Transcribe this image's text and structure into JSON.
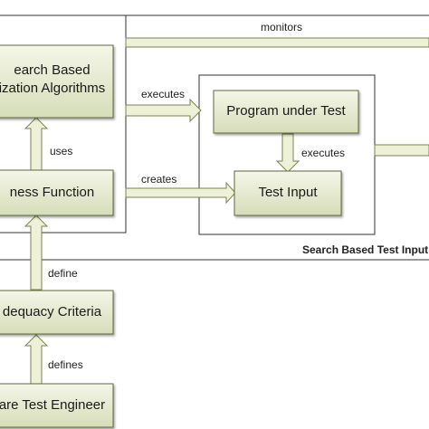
{
  "boxes": {
    "optimization": {
      "line1": "earch Based",
      "line2": "ization Algorithms"
    },
    "fitness": {
      "label": "ness Function"
    },
    "adequacy": {
      "label": "dequacy Criteria"
    },
    "engineer": {
      "label": "are Test Engineer"
    },
    "program": {
      "label": "Program under Test"
    },
    "test_input": {
      "label": "Test Input"
    }
  },
  "edges": {
    "monitors": "monitors",
    "executes_top": "executes",
    "executes_inner": "executes",
    "uses": "uses",
    "creates": "creates",
    "define": "define",
    "defines": "defines"
  },
  "frames": {
    "caption": "Search Based Test Input"
  },
  "colors": {
    "box_fill_top": "#f3f5e6",
    "box_fill_bottom": "#d9dfbd",
    "box_border": "#5e6b3c",
    "arrow_fill": "#eef1d8",
    "arrow_stroke": "#7a8550",
    "frame_stroke": "#333333"
  }
}
